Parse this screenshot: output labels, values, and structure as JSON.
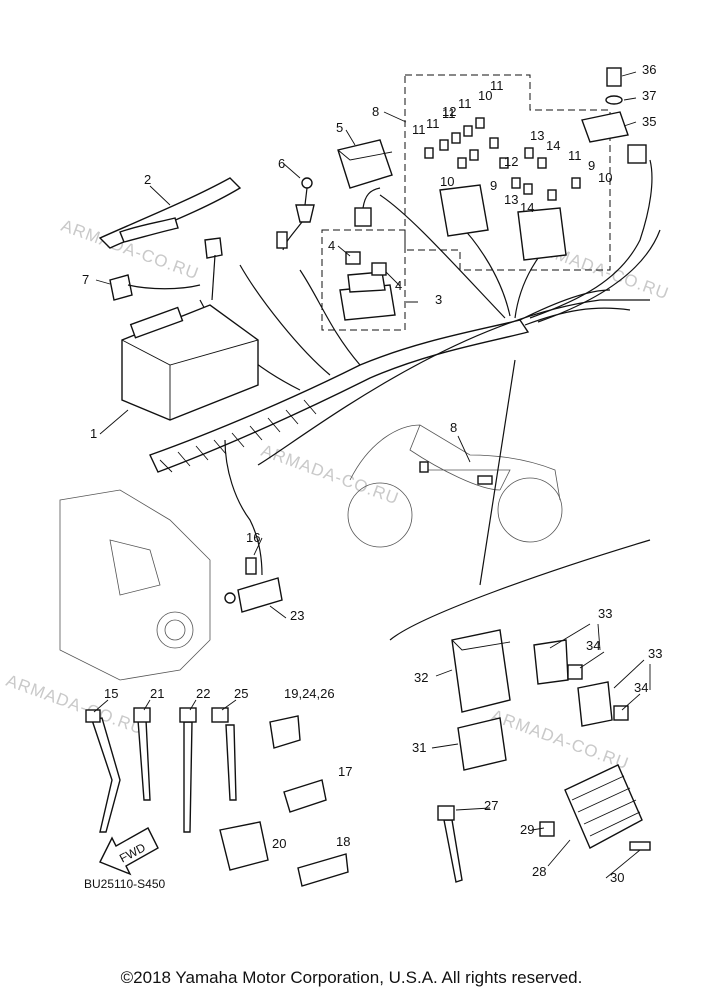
{
  "diagram": {
    "code": "BU25110-S450",
    "fwd_label": "FWD",
    "watermark": "ARMADA-CO.RU",
    "copyright": "©2018 Yamaha Motor Corporation, U.S.A. All rights reserved.",
    "callouts": [
      "1",
      "2",
      "3",
      "4",
      "4",
      "5",
      "6",
      "7",
      "8",
      "8",
      "9",
      "9",
      "10",
      "10",
      "10",
      "11",
      "11",
      "11",
      "11",
      "11",
      "11",
      "12",
      "12",
      "13",
      "13",
      "14",
      "14",
      "15",
      "16",
      "17",
      "18",
      "19,24,26",
      "20",
      "21",
      "22",
      "23",
      "25",
      "27",
      "28",
      "29",
      "30",
      "31",
      "32",
      "33",
      "33",
      "34",
      "34",
      "35",
      "36",
      "37"
    ]
  }
}
